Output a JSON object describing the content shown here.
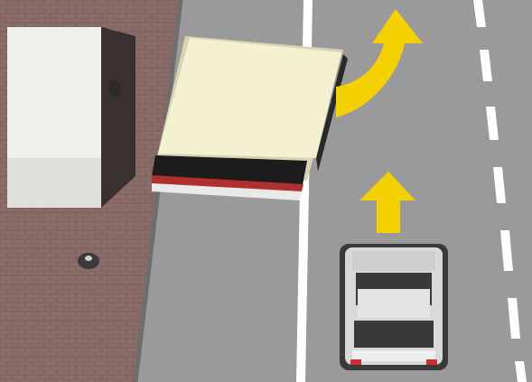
{
  "scene": {
    "description_type": "top-down traffic illustration",
    "colors": {
      "road": "#9a9a9a",
      "sidewalk": "#8c6f6c",
      "building_roof": "#f0f0ec",
      "bus_roof": "#f4f1d0",
      "bus_stripe": "#b03030",
      "arrow": "#f5d000",
      "lane_marking": "#ffffff",
      "car_body": "#d9d9d9",
      "car_window": "#3a3a3a"
    },
    "arrows": [
      {
        "name": "lane-change-arrow",
        "direction": "forward-right"
      },
      {
        "name": "straight-arrow",
        "direction": "forward"
      }
    ]
  }
}
